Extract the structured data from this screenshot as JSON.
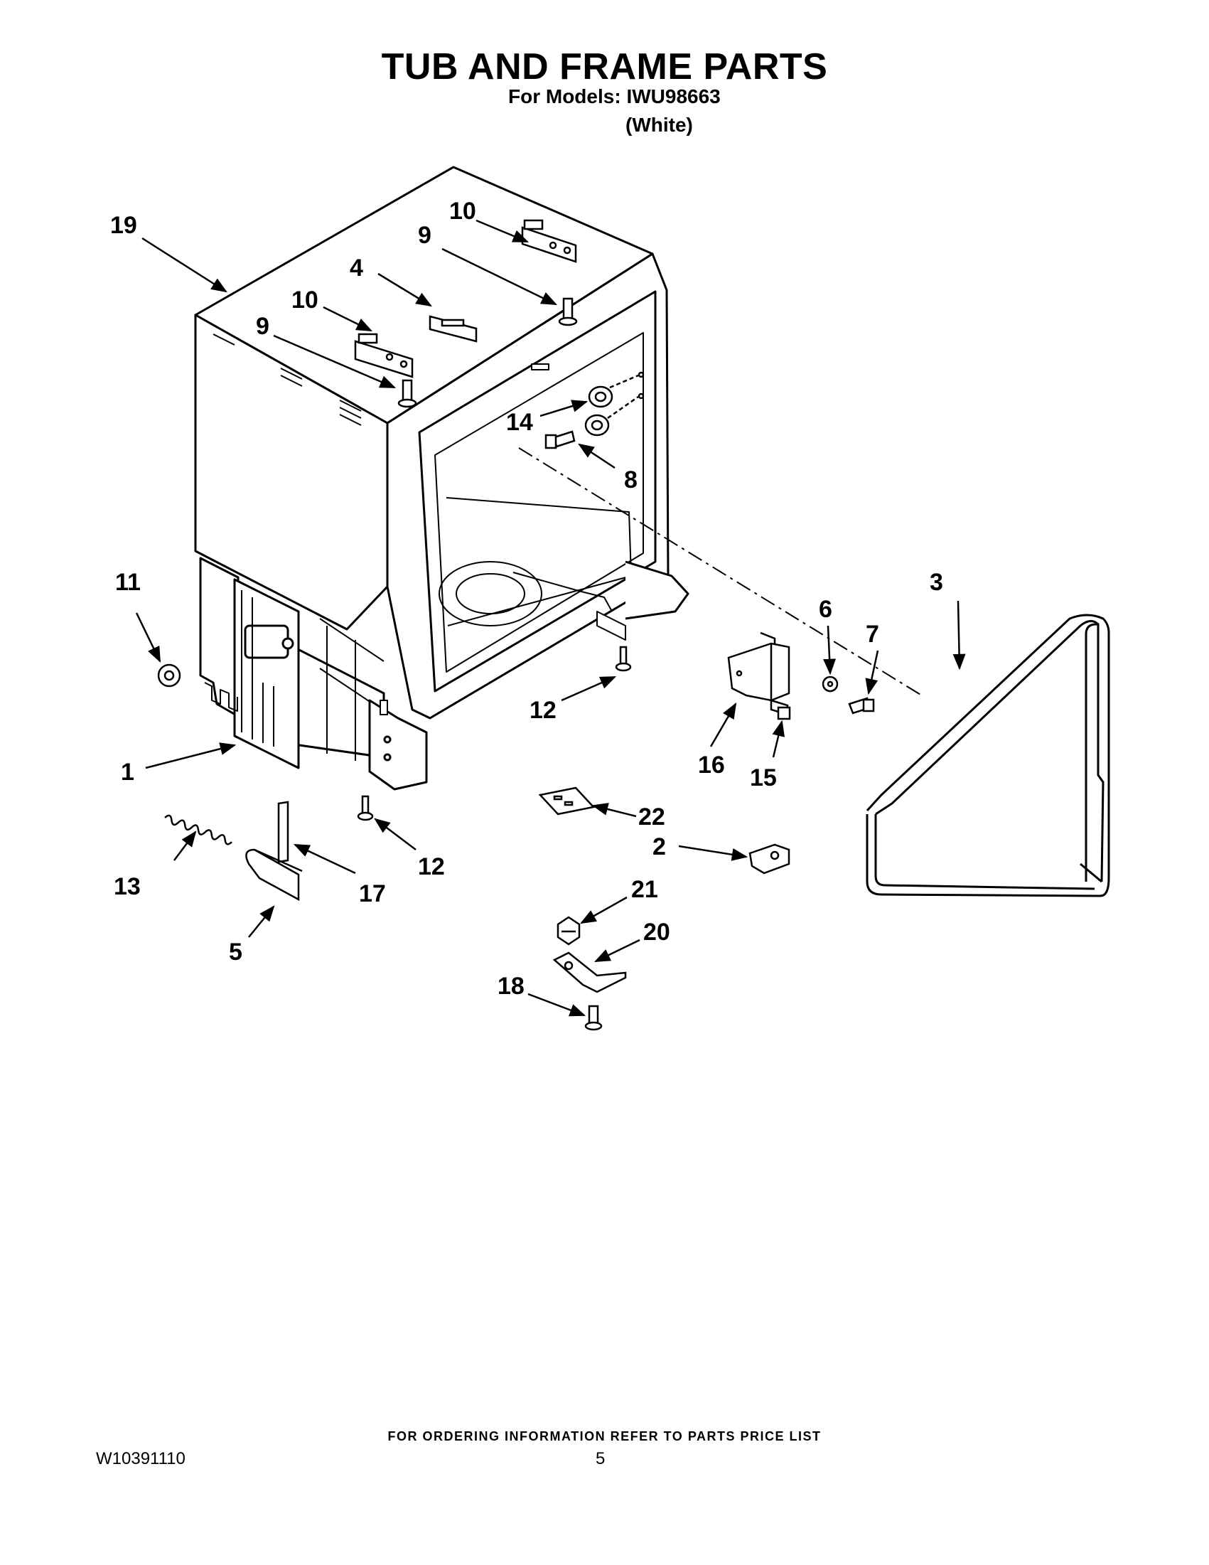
{
  "header": {
    "title": "TUB AND FRAME PARTS",
    "models_line": "For Models: IWU98663",
    "color_line": "(White)"
  },
  "callouts": [
    "1",
    "2",
    "3",
    "4",
    "5",
    "6",
    "7",
    "8",
    "9",
    "9",
    "10",
    "10",
    "11",
    "12",
    "12",
    "13",
    "14",
    "15",
    "16",
    "17",
    "18",
    "19",
    "20",
    "21",
    "22"
  ],
  "footer": {
    "ordering_note": "FOR ORDERING INFORMATION REFER TO PARTS PRICE LIST",
    "document_number": "W10391110",
    "page_number": "5"
  }
}
